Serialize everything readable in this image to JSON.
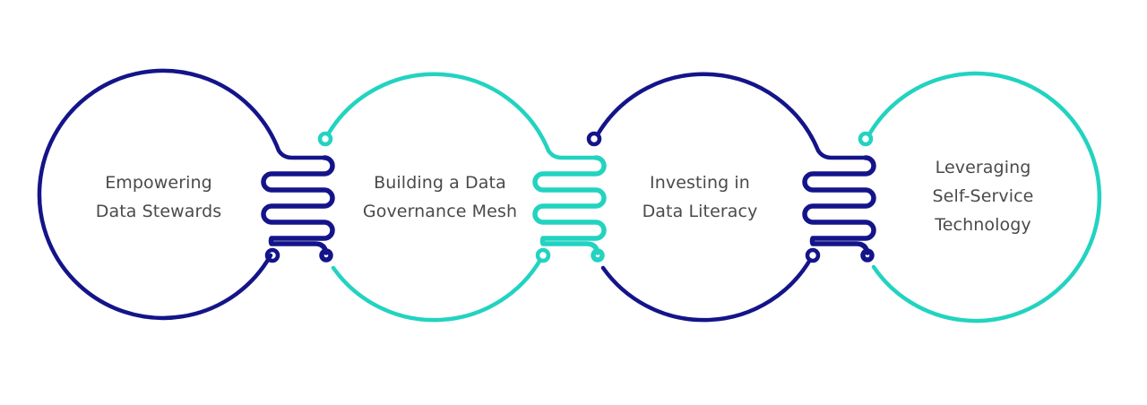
{
  "colors": {
    "navy": "#14148a",
    "teal": "#22d3c0",
    "text": "#4a4a4a",
    "background": "#ffffff"
  },
  "stages": [
    {
      "lines": [
        "Empowering",
        "Data Stewards"
      ],
      "color": "navy"
    },
    {
      "lines": [
        "Building a Data",
        "Governance Mesh"
      ],
      "color": "teal"
    },
    {
      "lines": [
        "Investing in",
        "Data Literacy"
      ],
      "color": "navy"
    },
    {
      "lines": [
        "Leveraging",
        "Self-Service",
        "Technology"
      ],
      "color": "teal"
    }
  ],
  "connectors": [
    {
      "from": 1,
      "to": 2,
      "color": "navy"
    },
    {
      "from": 2,
      "to": 3,
      "color": "teal"
    },
    {
      "from": 3,
      "to": 4,
      "color": "navy"
    }
  ]
}
